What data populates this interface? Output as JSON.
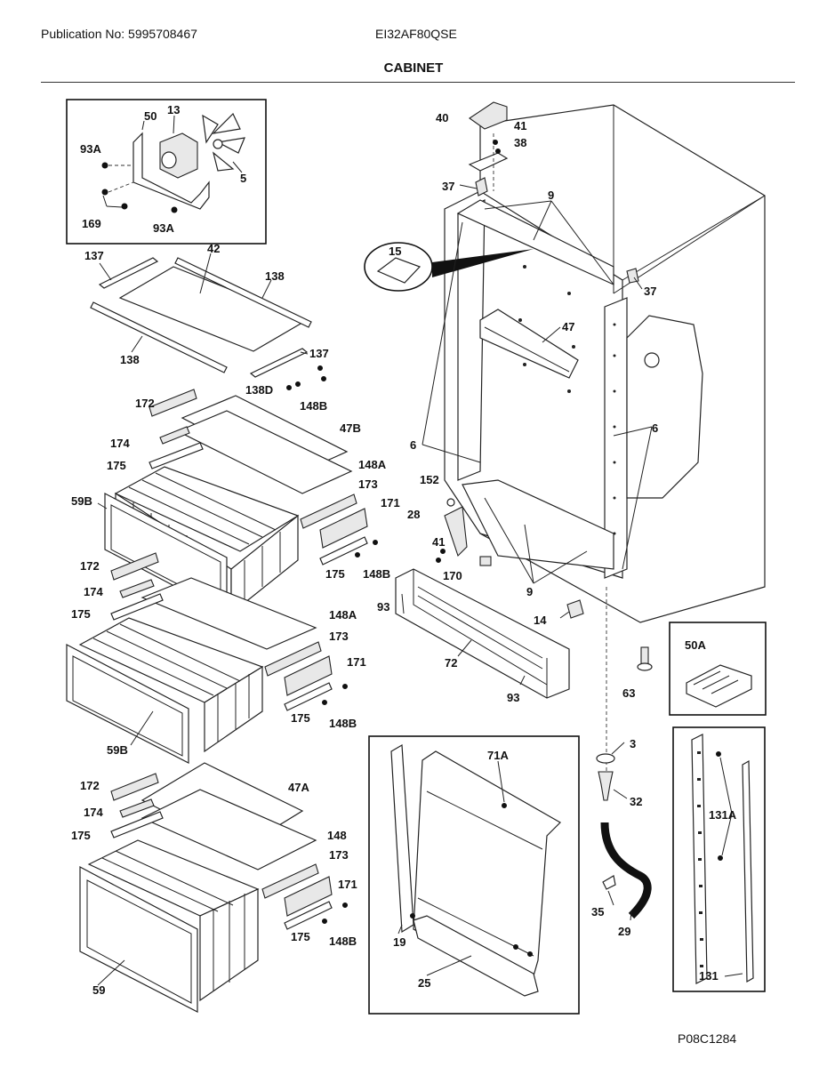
{
  "header": {
    "publication": "Publication No: 5995708467",
    "model": "EI32AF80QSE",
    "section_title": "CABINET"
  },
  "figure_ref": "P08C1284",
  "callouts": [
    {
      "id": "c50",
      "label": "50"
    },
    {
      "id": "c13",
      "label": "13"
    },
    {
      "id": "c93a1",
      "label": "93A"
    },
    {
      "id": "c5",
      "label": "5"
    },
    {
      "id": "c169",
      "label": "169"
    },
    {
      "id": "c93a2",
      "label": "93A"
    },
    {
      "id": "c40",
      "label": "40"
    },
    {
      "id": "c41a",
      "label": "41"
    },
    {
      "id": "c38",
      "label": "38"
    },
    {
      "id": "c37a",
      "label": "37"
    },
    {
      "id": "c9a",
      "label": "9"
    },
    {
      "id": "c15",
      "label": "15"
    },
    {
      "id": "c37b",
      "label": "37"
    },
    {
      "id": "c47",
      "label": "47"
    },
    {
      "id": "c6a",
      "label": "6"
    },
    {
      "id": "c6b",
      "label": "6"
    },
    {
      "id": "c137a",
      "label": "137"
    },
    {
      "id": "c42",
      "label": "42"
    },
    {
      "id": "c138a",
      "label": "138"
    },
    {
      "id": "c138b",
      "label": "138"
    },
    {
      "id": "c137b",
      "label": "137"
    },
    {
      "id": "c138d",
      "label": "138D"
    },
    {
      "id": "c148b1",
      "label": "148B"
    },
    {
      "id": "c172a",
      "label": "172"
    },
    {
      "id": "c47b",
      "label": "47B"
    },
    {
      "id": "c174a",
      "label": "174"
    },
    {
      "id": "c175a",
      "label": "175"
    },
    {
      "id": "c148a1",
      "label": "148A"
    },
    {
      "id": "c59b1",
      "label": "59B"
    },
    {
      "id": "c173a",
      "label": "173"
    },
    {
      "id": "c171a",
      "label": "171"
    },
    {
      "id": "c175b",
      "label": "175"
    },
    {
      "id": "c148b2",
      "label": "148B"
    },
    {
      "id": "c152",
      "label": "152"
    },
    {
      "id": "c28",
      "label": "28"
    },
    {
      "id": "c41b",
      "label": "41"
    },
    {
      "id": "c170",
      "label": "170"
    },
    {
      "id": "c9b",
      "label": "9"
    },
    {
      "id": "c172b",
      "label": "172"
    },
    {
      "id": "c174b",
      "label": "174"
    },
    {
      "id": "c175c",
      "label": "175"
    },
    {
      "id": "c148a2",
      "label": "148A"
    },
    {
      "id": "c173b",
      "label": "173"
    },
    {
      "id": "c171b",
      "label": "171"
    },
    {
      "id": "c175d",
      "label": "175"
    },
    {
      "id": "c148b3",
      "label": "148B"
    },
    {
      "id": "c59b2",
      "label": "59B"
    },
    {
      "id": "c93a",
      "label": "93"
    },
    {
      "id": "c72",
      "label": "72"
    },
    {
      "id": "c93b",
      "label": "93"
    },
    {
      "id": "c14",
      "label": "14"
    },
    {
      "id": "c63",
      "label": "63"
    },
    {
      "id": "c50a",
      "label": "50A"
    },
    {
      "id": "c172c",
      "label": "172"
    },
    {
      "id": "c47a",
      "label": "47A"
    },
    {
      "id": "c174c",
      "label": "174"
    },
    {
      "id": "c175e",
      "label": "175"
    },
    {
      "id": "c148",
      "label": "148"
    },
    {
      "id": "c173c",
      "label": "173"
    },
    {
      "id": "c171c",
      "label": "171"
    },
    {
      "id": "c175f",
      "label": "175"
    },
    {
      "id": "c148b4",
      "label": "148B"
    },
    {
      "id": "c59",
      "label": "59"
    },
    {
      "id": "c71a",
      "label": "71A"
    },
    {
      "id": "c19",
      "label": "19"
    },
    {
      "id": "c25",
      "label": "25"
    },
    {
      "id": "c3",
      "label": "3"
    },
    {
      "id": "c32",
      "label": "32"
    },
    {
      "id": "c35",
      "label": "35"
    },
    {
      "id": "c29",
      "label": "29"
    },
    {
      "id": "c131a",
      "label": "131A"
    },
    {
      "id": "c131",
      "label": "131"
    }
  ]
}
